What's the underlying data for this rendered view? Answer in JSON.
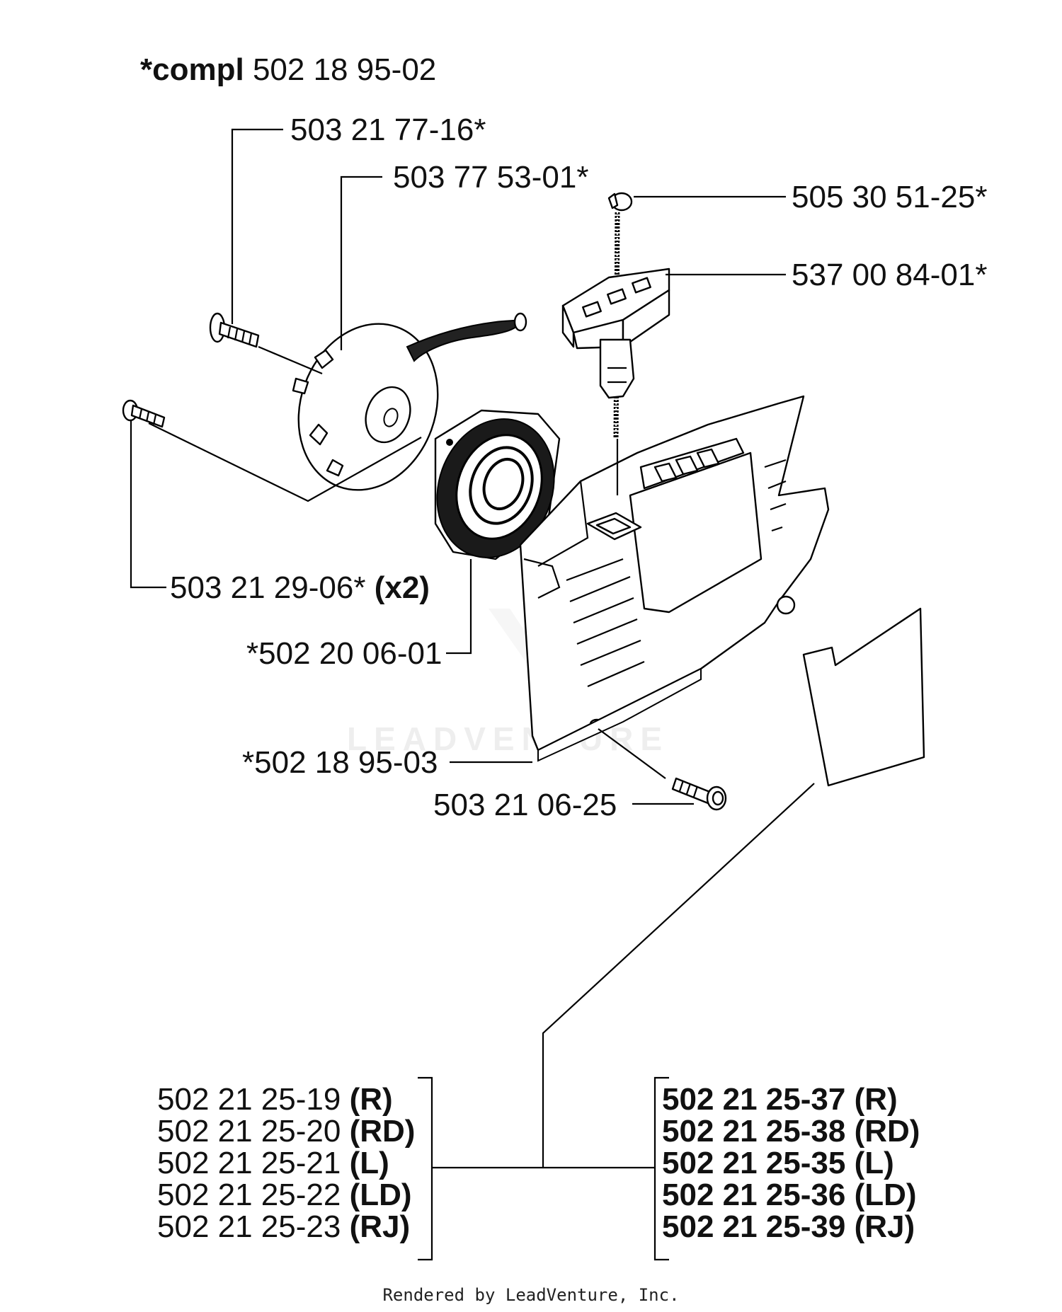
{
  "assembly": {
    "prefix": "*compl",
    "number": "502 18 95-02"
  },
  "callouts": {
    "c1": "503 21 77-16*",
    "c2": "503 77 53-01*",
    "c3": "505 30 51-25*",
    "c4": "537 00 84-01*",
    "c5": "503 21 29-06*",
    "c5_qty": "(x2)",
    "c6": "*502 20 06-01",
    "c7": "*502 18 95-03",
    "c8": "503 21 06-25"
  },
  "left_list": [
    {
      "num": "502 21 25-19",
      "code": "(R)"
    },
    {
      "num": "502 21 25-20",
      "code": "(RD)"
    },
    {
      "num": "502 21 25-21",
      "code": "(L)"
    },
    {
      "num": "502 21 25-22",
      "code": "(LD)"
    },
    {
      "num": "502 21 25-23",
      "code": "(RJ)"
    }
  ],
  "right_list": [
    {
      "num": "502 21 25-37",
      "code": "(R)"
    },
    {
      "num": "502 21 25-38",
      "code": "(RD)"
    },
    {
      "num": "502 21 25-35",
      "code": "(L)"
    },
    {
      "num": "502 21 25-36",
      "code": "(LD)"
    },
    {
      "num": "502 21 25-39",
      "code": "(RJ)"
    }
  ],
  "watermark": "LEADVENTURE",
  "footer": "Rendered by LeadVenture, Inc."
}
